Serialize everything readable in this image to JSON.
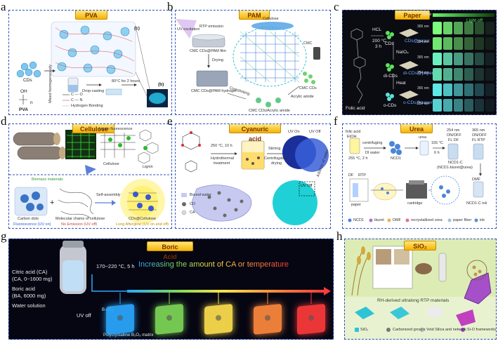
{
  "panels": {
    "a": {
      "letter": "a",
      "tag": "PVA",
      "cds": "CDs",
      "pva": "PVA",
      "oh": "OH",
      "n": "n",
      "step1": "Mixed homogeneously",
      "step2": "Drop-casting",
      "step3": "80°C for 2 hours",
      "callout_c": "(c)",
      "callout_b": "(b)",
      "legend1": "C — O",
      "legend2": "C — N",
      "legend3": "Hydrogen Bonding"
    },
    "b": {
      "letter": "b",
      "tag": "PAM",
      "uv": "UV excitation",
      "rtp": "RTP emission",
      "cellulose": "Cellulose",
      "film": "CMC CDs@PAM film",
      "drying": "Drying",
      "hydrogel": "CMC CDs@PAM hydrogel",
      "cmc": "CMC",
      "cmc_cds": "CMC CDs",
      "crosslinking": "Crosslinking",
      "acrylic": "Acrylic amide",
      "composite": "CMC CDs/Acrylic amide"
    },
    "c": {
      "letter": "c",
      "tag": "Paper",
      "hcl": "HCL",
      "temp": "200 °C",
      "time": "3 h",
      "cds": "CDs",
      "naio4": "NaIO₄",
      "heat": "Heat",
      "folic": "Folic acid",
      "p1": "CDs@paper",
      "p2": "di-CDs@paper",
      "p3": "o-CDs@paper",
      "di_cds": "di-CDs",
      "o_cds": "o-CDs",
      "time_axis": "Time",
      "light_off": "Light off",
      "uv_rows": [
        "365 nm",
        "254 nm",
        "365 nm",
        "254 nm",
        "365 nm",
        "254 nm"
      ]
    },
    "d": {
      "letter": "d",
      "tag": "Cellulose",
      "lignin_f": "Lignin fluorescence",
      "cellulose": "Cellulose",
      "lignin": "Lignin",
      "biomass": "Biomass materials",
      "self": "Self-assembly",
      "cd": "Carbon dots",
      "fl1": "Fluorescence (UV on)",
      "chains": "Molecular chains of cellulose",
      "ne": "No Emission (UV off)",
      "plus": "+",
      "cd_cell": "CDs@Cellulose",
      "long": "Long Afterglow (UV on and off)"
    },
    "e": {
      "letter": "e",
      "tag": "Cyanuric acid",
      "ht1": "250 °C, 10 h",
      "ht2": "Hydrothermal",
      "ht3": "treatment",
      "stir1": "Stirring",
      "stir2": "Centrifugation,",
      "stir3": "drying",
      "uvon": "UV On",
      "uvoff": "UV Off",
      "uvoff2": "UV Off",
      "addition": "Addition of water",
      "bound": "Bound water",
      "cd": "CD",
      "ca": "CA"
    },
    "f": {
      "letter": "f",
      "tag": "Urea",
      "folic": "folic acid",
      "etoh": "EtOH",
      "centri1": "centrifuging",
      "centri2": "DI water",
      "urea": "urea",
      "t1": "255 °C, 2 h",
      "ncd1": "NCD1",
      "t2": "155 °C",
      "t3": "6 h",
      "w254": "254 nm",
      "onoff1": "ON/OFF",
      "w365": "365 nm",
      "onoff2": "ON/OFF",
      "fl_df": "FL DF",
      "fl_rtp": "FL RTP",
      "ncd1c": "NCD1-C",
      "ncd1c_full": "(NCD1-biuret@urea)",
      "dmf": "DMF",
      "df": "DF",
      "rtp": "RTP",
      "paper": "paper",
      "cartridge": "cartridge",
      "ink": "NCD1-C ink",
      "legend": [
        "NCD1",
        "biuret",
        "DMF",
        "recrystallized urea",
        "paper fiber",
        "ink"
      ]
    },
    "g": {
      "letter": "g",
      "tag": "Boric Acid",
      "ca1": "Citric acid (CA)",
      "ca2": "(CA, 0~1600 mg)",
      "ba1": "Boric acid",
      "ba2": "(BA, 6000 mg)",
      "water": "Water solution",
      "cond": "170~220 °C, 5 h",
      "increase": "Increasing the amount of CA or temperature",
      "uvoff": "UV off",
      "bcds": "B-CDs",
      "matrix": "Polycrystalline B₂O₃ matrix"
    },
    "h": {
      "letter": "h",
      "tag": "SiO₂",
      "rh": "RH-derived ultralong RTP materials",
      "legend": [
        "SiO₂",
        "Carbonized groups",
        "Void Silica and network",
        "Si-O frameworks"
      ]
    }
  },
  "colors": {
    "tag_fill": "#f5b400",
    "panel_border": "#2c4fb8",
    "gradient": [
      "#2aa8ff",
      "#7ed957",
      "#ffe14d",
      "#ff8a3d",
      "#ff3b3b"
    ]
  }
}
